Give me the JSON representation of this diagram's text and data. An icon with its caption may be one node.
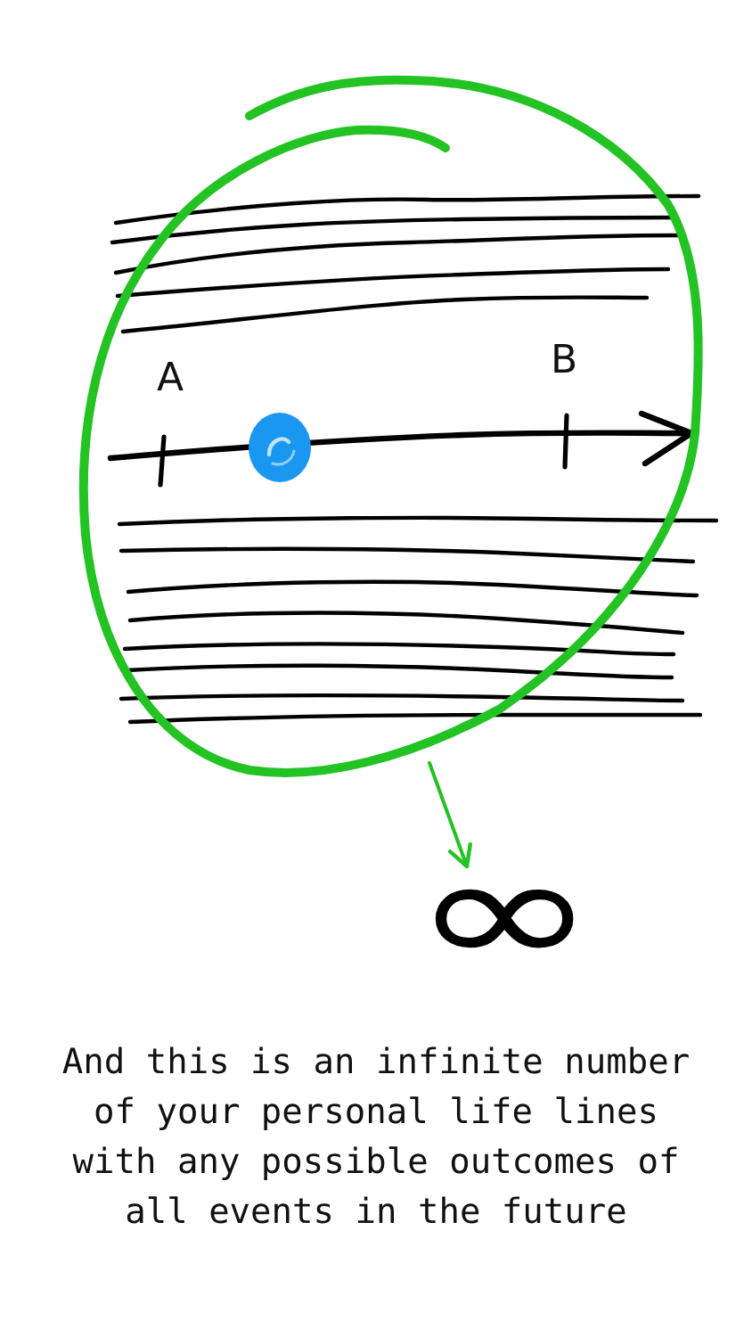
{
  "diagram": {
    "caption": "And this is an infinite number of your personal life lines with any possible outcomes of all events in the future",
    "nodes": [
      {
        "text": [],
        "shape": "circle"
      },
      {
        "text": [
          "∞"
        ]
      }
    ],
    "edges": [
      {
        "from": 0,
        "to": 1,
        "arrow": "to"
      }
    ],
    "labels": [
      "A",
      "B"
    ]
  }
}
